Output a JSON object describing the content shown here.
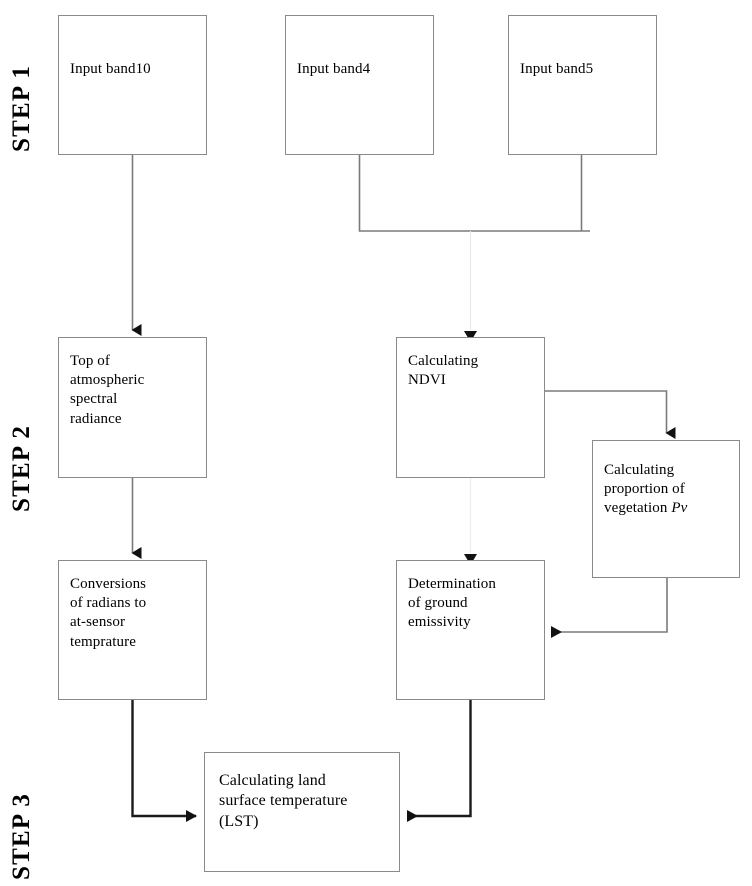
{
  "figure": {
    "type": "flowchart",
    "title": "Land Surface Temperature (LST) retrieval workflow",
    "background_color": "#ffffff",
    "box_border_color": "#8a8a8a",
    "edge_color": "#7a7a7a",
    "text_color": "#000000"
  },
  "step_labels": [
    {
      "id": "step1",
      "text": "STEP 1"
    },
    {
      "id": "step2",
      "text": "STEP 2"
    },
    {
      "id": "step3",
      "text": "STEP 3"
    }
  ],
  "nodes": {
    "band10": {
      "label": "Input band10"
    },
    "band4": {
      "label": "Input band4"
    },
    "band5": {
      "label": "Input band5"
    },
    "toa": {
      "label": "Top of\natmospheric\nspectral\nradiance"
    },
    "ndvi": {
      "label": "Calculating\nNDVI"
    },
    "pv": {
      "label_line1": "Calculating",
      "label_line2": "proportion of",
      "label_line3": "vegetation ",
      "label_symbol": "Pv"
    },
    "conversion": {
      "label": "Conversions\nof radians to\nat-sensor\ntemprature"
    },
    "emissivity": {
      "label": "Determination\nof ground\nemissivity"
    },
    "lst": {
      "label": "Calculating land\nsurface temperature\n(LST)"
    }
  },
  "edges": [
    {
      "from": "band10",
      "to": "toa",
      "style": "arrow-down"
    },
    {
      "from": "band4",
      "to": "junction-bands",
      "style": "elbow"
    },
    {
      "from": "band5",
      "to": "junction-bands",
      "style": "elbow"
    },
    {
      "from": "junction-bands",
      "to": "ndvi",
      "style": "arrow-down"
    },
    {
      "from": "toa",
      "to": "conversion",
      "style": "arrow-down"
    },
    {
      "from": "ndvi",
      "to": "pv",
      "style": "elbow-arrow-down"
    },
    {
      "from": "ndvi",
      "to": "emissivity",
      "style": "arrow-down"
    },
    {
      "from": "pv",
      "to": "emissivity",
      "style": "elbow-arrow-left"
    },
    {
      "from": "conversion",
      "to": "lst",
      "style": "elbow-arrow-right"
    },
    {
      "from": "emissivity",
      "to": "lst",
      "style": "elbow-arrow-left"
    }
  ]
}
